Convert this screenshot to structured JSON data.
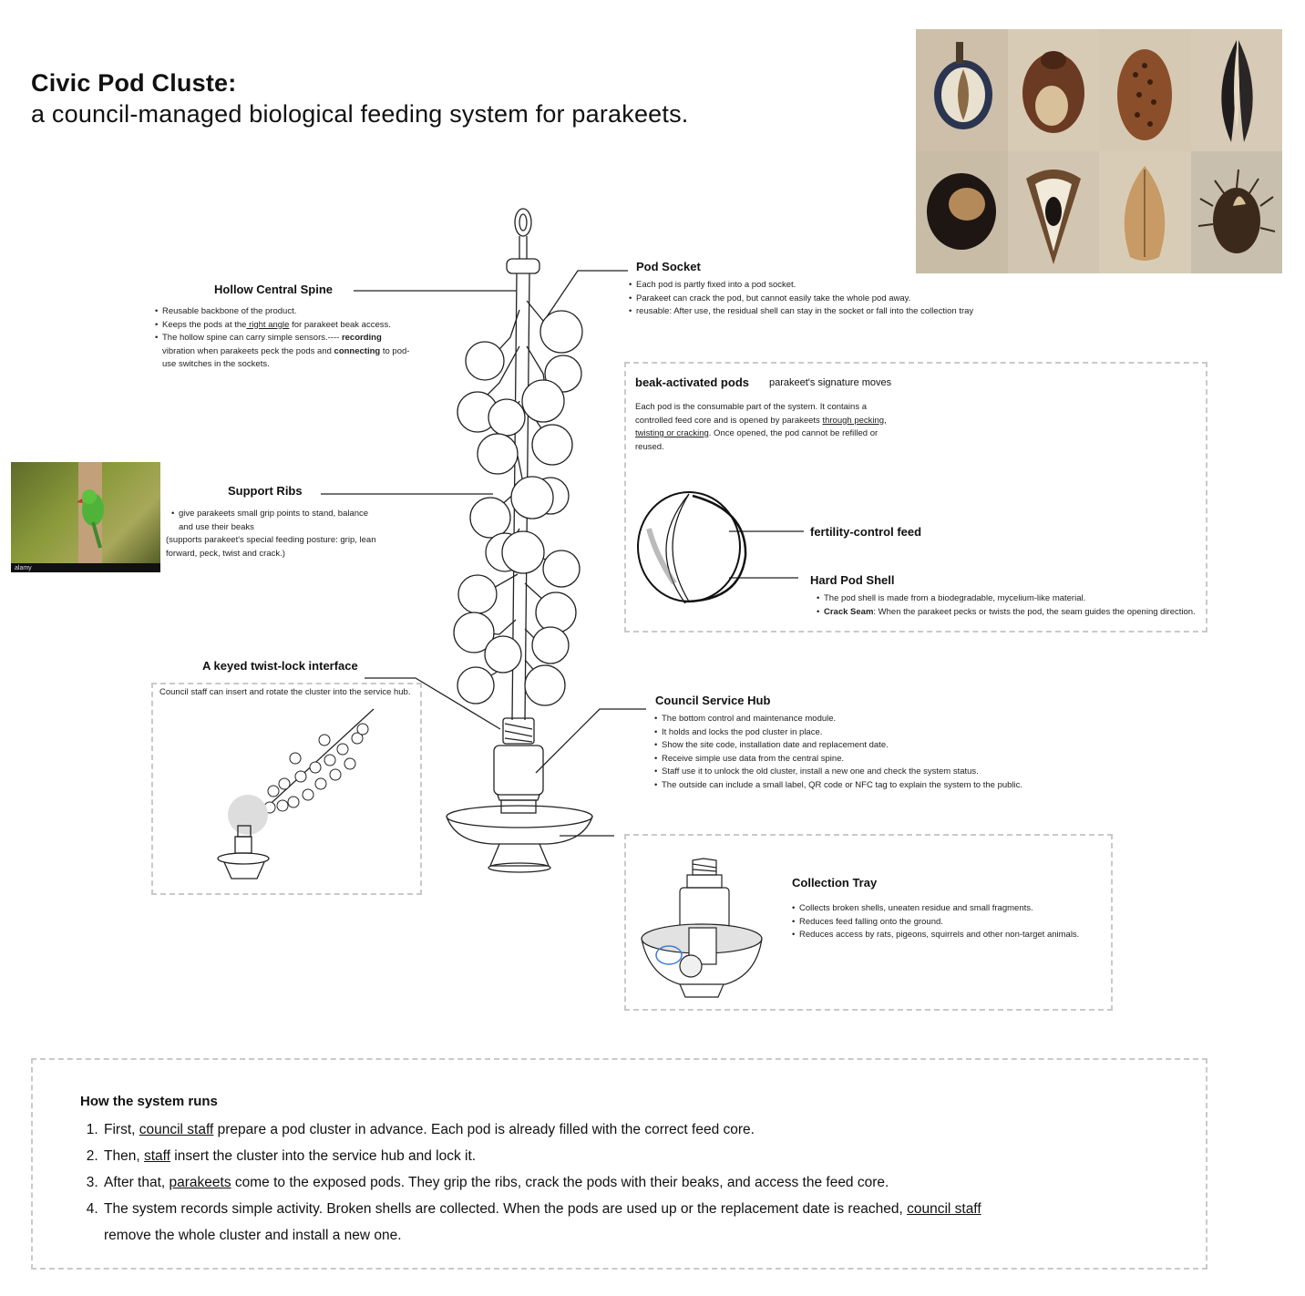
{
  "title": "Civic Pod Cluste:",
  "subtitle": "a council-managed biological feeding system for parakeets.",
  "photos": {
    "items": [
      {
        "icon": "halved-seed-pod-icon"
      },
      {
        "icon": "brown-nut-icon"
      },
      {
        "icon": "banksia-cone-icon"
      },
      {
        "icon": "split-black-pod-icon"
      },
      {
        "icon": "conker-icon"
      },
      {
        "icon": "spiky-open-husk-icon"
      },
      {
        "icon": "dry-leaf-pod-icon"
      },
      {
        "icon": "burr-pod-icon"
      }
    ]
  },
  "parakeet_photo": {
    "watermark": "alamy",
    "icon": "parakeet-photo-icon"
  },
  "spine": {
    "heading": "Hollow Central Spine",
    "b1": "Reusable backbone of the product.",
    "b2a": "Keeps the pods at the",
    "b2u": " right angle",
    "b2b": " for parakeet beak access.",
    "b3a": "The hollow spine can carry simple sensors.---- ",
    "b3b": "recording",
    "b3c": " vibration when parakeets peck the pods and ",
    "b3d": "connecting",
    "b3e": " to pod-use switches in the sockets."
  },
  "socket": {
    "heading": "Pod Socket",
    "b1": "Each pod is partly fixed into a pod socket.",
    "b2": "Parakeet can crack the pod, but cannot easily take the whole pod away.",
    "b3": "reusable: After use, the residual shell can stay in the socket or fall into the collection tray"
  },
  "beak": {
    "heading": "beak-activated pods",
    "note": "parakeet's signature moves",
    "p1": "Each pod is the consumable part of the system. It contains a controlled feed core and is opened by parakeets ",
    "p1u": "through pecking, twisting or cracking",
    "p2": ". Once opened, the pod cannot be refilled or reused.",
    "feed_label": "fertility-control feed",
    "shell_heading": "Hard Pod Shell",
    "s1": "The pod shell is made from a biodegradable, mycelium-like material.",
    "s2a": "Crack Seam",
    "s2b": ": When the parakeet pecks or twists the pod, the seam guides the opening direction."
  },
  "ribs": {
    "heading": "Support Ribs",
    "b1": "give parakeets small grip points to stand, balance and use their beaks",
    "p": "(supports parakeet's special feeding posture: grip, lean forward, peck, twist and crack.)"
  },
  "twist": {
    "heading": "A keyed twist-lock interface",
    "caption": "Council staff can insert and rotate the cluster into the service hub."
  },
  "hub": {
    "heading": "Council Service Hub",
    "items": [
      "The bottom control and maintenance module.",
      "It holds and locks the pod cluster in place.",
      "Show the site code, installation date and replacement date.",
      "Receive simple use data from the central spine.",
      "Staff use it to unlock the old cluster, install a new one and check the system status.",
      "The outside can include a small label, QR code or NFC tag to explain the system to the public."
    ]
  },
  "tray": {
    "heading": "Collection Tray",
    "items": [
      "Collects broken shells, uneaten residue and small fragments.",
      "Reduces feed falling onto the ground.",
      "Reduces access by rats, pigeons, squirrels and other non-target animals."
    ]
  },
  "steps": {
    "heading": "How the system runs",
    "s1a": "First, ",
    "s1u": "council staff",
    "s1b": " prepare a pod cluster in advance. Each pod is already filled with the correct feed core.",
    "s2a": "Then, ",
    "s2u": "staff",
    "s2b": " insert the cluster into the service hub and lock it.",
    "s3a": "After that, ",
    "s3u": "parakeets",
    "s3b": " come to the exposed pods. They grip the ribs, crack the pods with their beaks, and access the feed core.",
    "s4a": "The system records simple activity. Broken shells are collected. When the pods are used up or the replacement date is reached, ",
    "s4u": "council staff",
    "s4b": " remove the whole cluster and install a new one."
  }
}
